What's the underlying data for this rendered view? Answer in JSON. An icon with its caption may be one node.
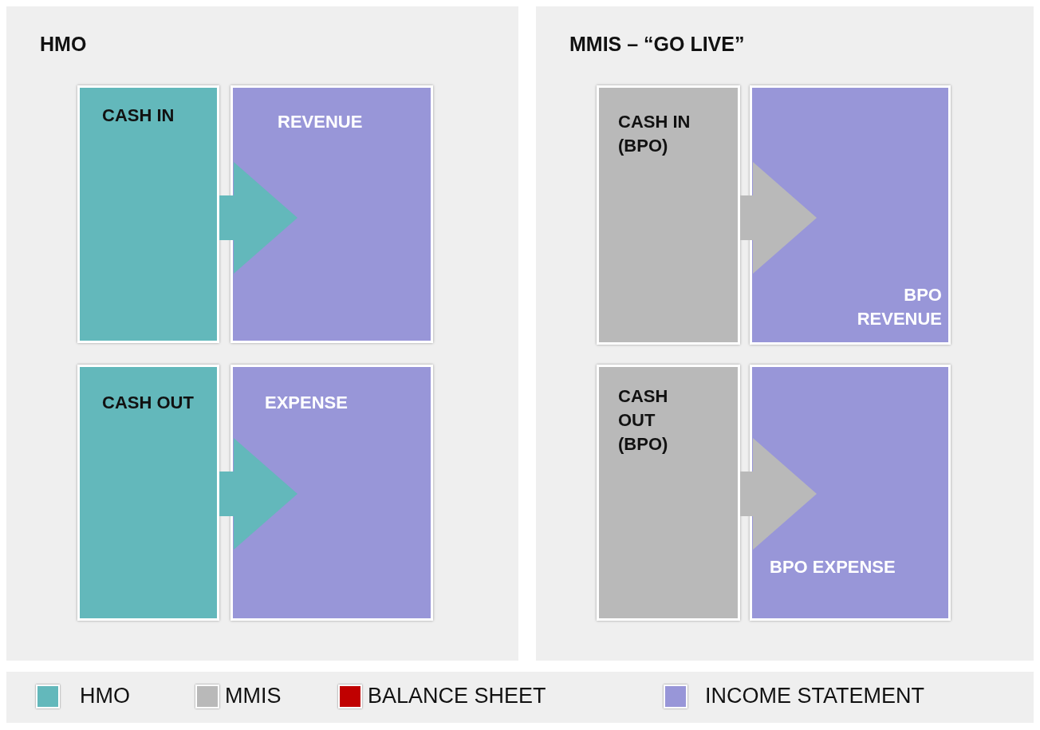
{
  "diagram": {
    "nodes": [
      {
        "text": [
          "HMO"
        ]
      },
      {
        "text": [
          "CASH IN"
        ],
        "in": 0
      },
      {
        "text": [
          "REVENUE"
        ],
        "in": 0
      },
      {
        "text": [
          "CASH OUT"
        ],
        "in": 0
      },
      {
        "text": [
          "EXPENSE"
        ],
        "in": 0
      },
      {
        "text": [
          "MMIS –  “GO LIVE”"
        ]
      },
      {
        "text": [
          "CASH IN (BPO)"
        ],
        "in": 5
      },
      {
        "text": [
          "BPO REVENUE"
        ],
        "in": 5
      },
      {
        "text": [
          "CASH OUT (BPO)"
        ],
        "in": 5
      },
      {
        "text": [
          "BPO EXPENSE"
        ],
        "in": 5
      }
    ],
    "edges": [
      {
        "from": 1,
        "to": 2,
        "arrow": "to",
        "color": "#63b8bb"
      },
      {
        "from": 3,
        "to": 4,
        "arrow": "to",
        "color": "#63b8bb"
      },
      {
        "from": 6,
        "to": 7,
        "arrow": "to",
        "color": "#b9b9b9"
      },
      {
        "from": 8,
        "to": 9,
        "arrow": "to",
        "color": "#b9b9b9"
      }
    ],
    "legend": [
      {
        "text": "HMO",
        "color": "#63b8bb"
      },
      {
        "text": "MMIS",
        "color": "#b9b9b9"
      },
      {
        "text": "BALANCE SHEET",
        "color": "#c00000"
      },
      {
        "text": "INCOME STATEMENT",
        "color": "#9896d8"
      }
    ]
  }
}
